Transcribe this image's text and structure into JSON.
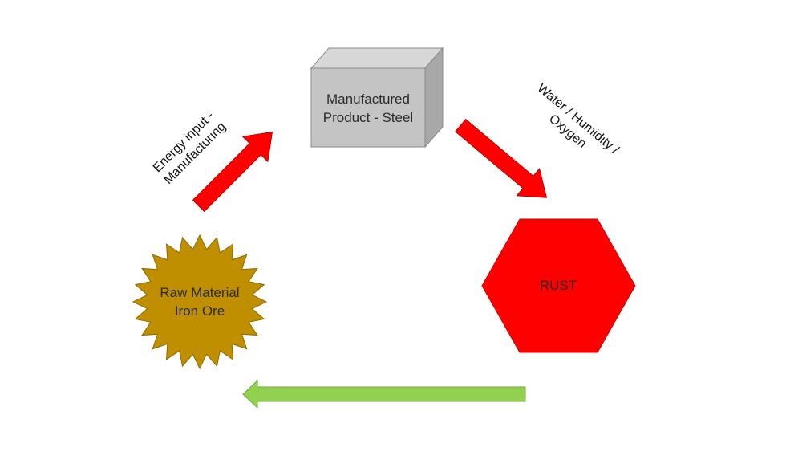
{
  "nodes": {
    "steel": {
      "line1": "Manufactured",
      "line2": "Product - Steel",
      "shape": "cube",
      "color": "#c4c4c4"
    },
    "rust": {
      "label": "RUST",
      "shape": "hexagon",
      "color": "#ff0000"
    },
    "iron_ore": {
      "line1": "Raw Material",
      "line2": "Iron Ore",
      "shape": "starburst",
      "color": "#bf8f00"
    }
  },
  "edges": {
    "energy_input": {
      "line1": "Energy input -",
      "line2": "Manufacturing",
      "color": "#ff0000"
    },
    "water_humidity": {
      "line1": "Water / Humidity /",
      "line2": "Oxygen",
      "color": "#ff0000"
    },
    "return_arrow": {
      "color": "#92d050"
    }
  }
}
